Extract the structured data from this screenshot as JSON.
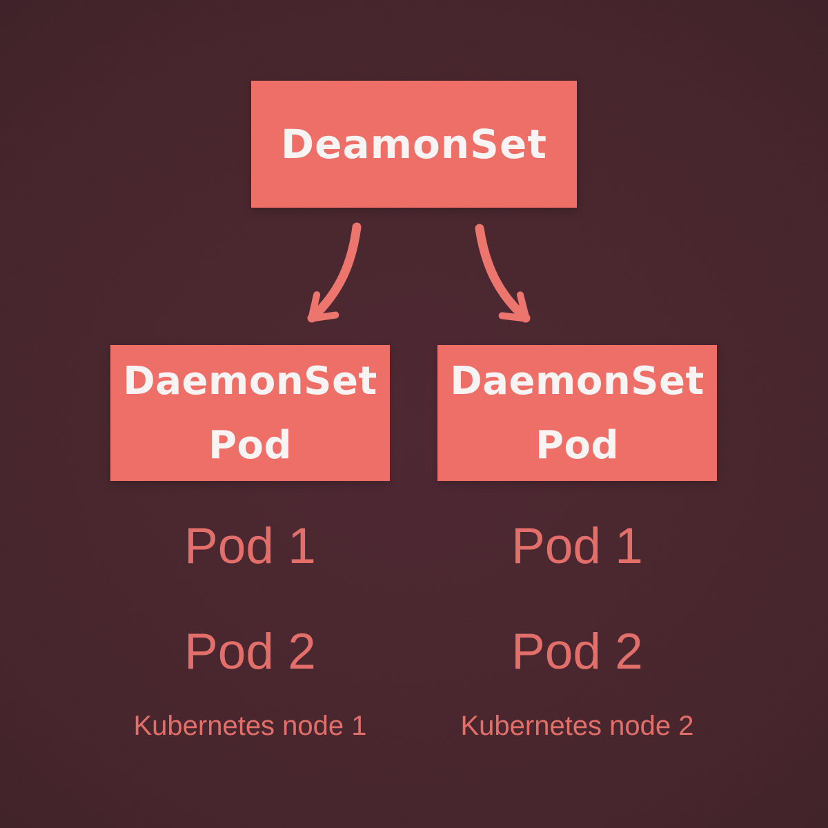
{
  "colors": {
    "bg_center": "#4b2530",
    "bg_edge": "#371c24",
    "box_fill": "#ee6f68",
    "box_text": "#f8f4f4",
    "accent_text": "#e26f6a",
    "arrow_color": "#ec766e"
  },
  "diagram": {
    "root_label": "DeamonSet",
    "nodes": [
      {
        "box_line1": "DaemonSet",
        "box_line2": "Pod",
        "pods": [
          "Pod 1",
          "Pod 2"
        ],
        "caption": "Kubernetes node 1"
      },
      {
        "box_line1": "DaemonSet",
        "box_line2": "Pod",
        "pods": [
          "Pod 1",
          "Pod 2"
        ],
        "caption": "Kubernetes node 2"
      }
    ]
  }
}
